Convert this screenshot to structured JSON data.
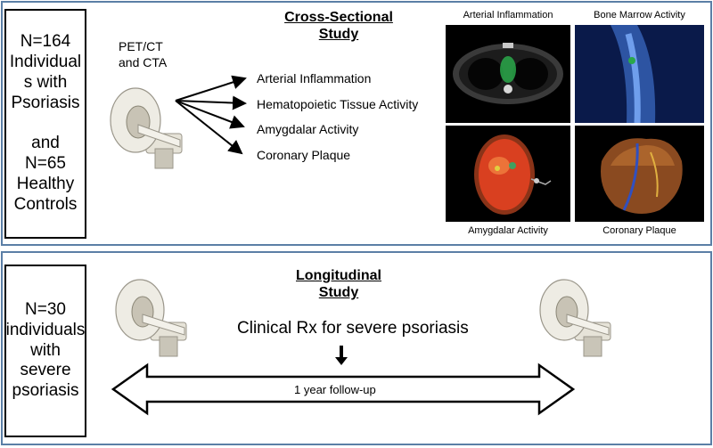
{
  "cross_sectional": {
    "cohort": "N=164\nIndividual\ns with\nPsoriasis\n\nand\nN=65\nHealthy\nControls",
    "modality": "PET/CT\nand CTA",
    "title": "Cross-Sectional\nStudy",
    "outcomes": [
      "Arterial Inflammation",
      "Hematopoietic Tissue Activity",
      "Amygdalar Activity",
      "Coronary Plaque"
    ],
    "image_captions": [
      "Arterial Inflammation",
      "Bone Marrow Activity",
      "Amygdalar Activity",
      "Coronary Plaque"
    ]
  },
  "longitudinal": {
    "cohort": "N=30\nindividuals\nwith\nsevere\npsoriasis",
    "title": "Longitudinal\nStudy",
    "treatment": "Clinical Rx for severe psoriasis",
    "followup": "1 year follow-up"
  },
  "colors": {
    "panel_border": "#5b7fa6",
    "pet_overlay": "#2aa84a",
    "heat": "#d94020",
    "heart": "#8a4a20"
  }
}
